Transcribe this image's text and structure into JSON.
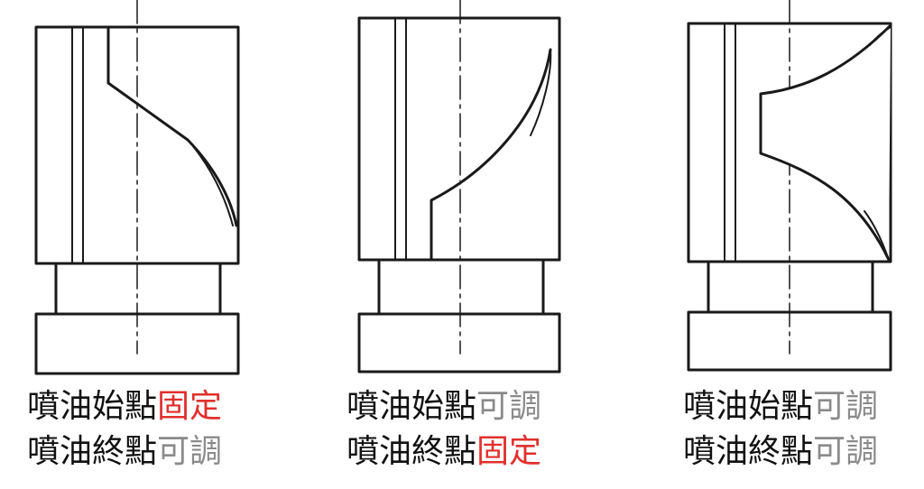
{
  "colors": {
    "fixed": "#e0302e",
    "adjustable": "#8a8a8a",
    "text": "#111111",
    "line": "#1a1a1a"
  },
  "plungers": [
    {
      "start": {
        "prefix": "噴油始點",
        "status": "固定",
        "status_type": "fixed"
      },
      "end": {
        "prefix": "噴油終點",
        "status": "可調",
        "status_type": "adjustable"
      }
    },
    {
      "start": {
        "prefix": "噴油始點",
        "status": "可調",
        "status_type": "adjustable"
      },
      "end": {
        "prefix": "噴油終點",
        "status": "固定",
        "status_type": "fixed"
      }
    },
    {
      "start": {
        "prefix": "噴油始點",
        "status": "可調",
        "status_type": "adjustable"
      },
      "end": {
        "prefix": "噴油終點",
        "status": "可調",
        "status_type": "adjustable"
      }
    }
  ]
}
